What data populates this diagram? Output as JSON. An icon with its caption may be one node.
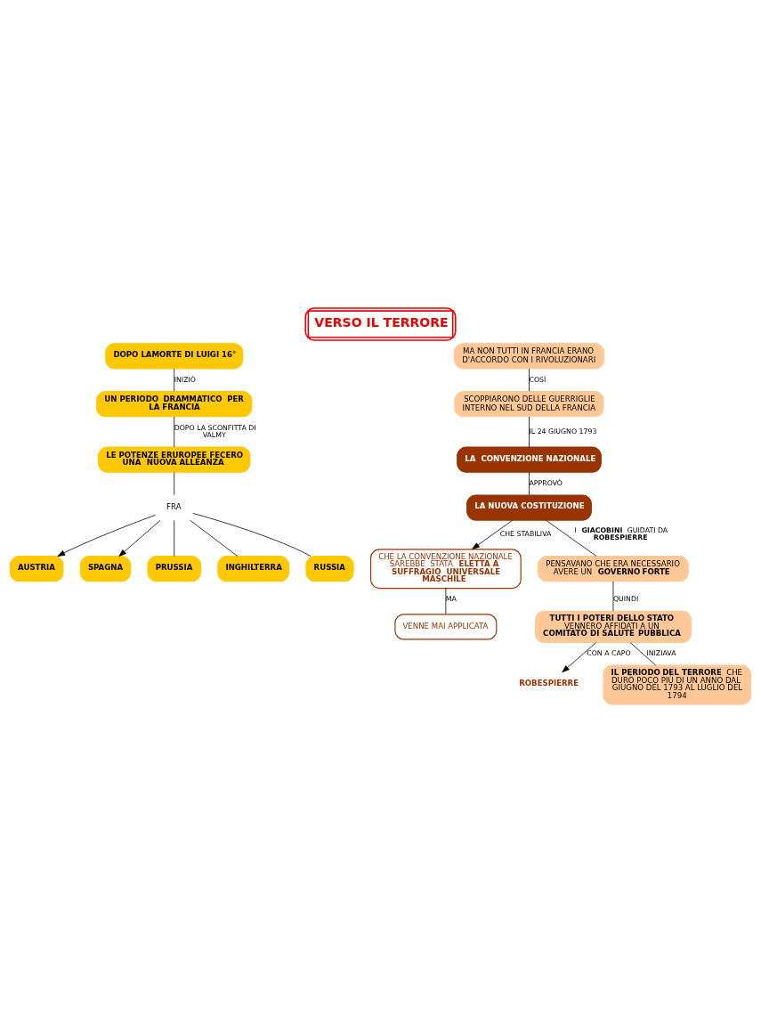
{
  "diagram": {
    "title": "VERSO IL TERRORE",
    "nodes": [
      {
        "text": [
          "DOPO LAMORTE DI LUIGI 16°"
        ]
      },
      {
        "text": [
          "UN PERIODO **DRAMMATICO** PER LA FRANCIA"
        ]
      },
      {
        "text": [
          "LE POTENZE ERUROPEE FECERO UNA **NUOVA ALLEANZA**"
        ]
      },
      {
        "text": [
          "FRA"
        ]
      },
      {
        "text": [
          "AUSTRIA"
        ]
      },
      {
        "text": [
          "SPAGNA"
        ]
      },
      {
        "text": [
          "PRUSSIA"
        ]
      },
      {
        "text": [
          "INGHILTERRA"
        ]
      },
      {
        "text": [
          "RUSSIA"
        ]
      },
      {
        "text": [
          "MA NON TUTTI IN FRANCIA ERANO D'ACCORDO CON I RIVOLUZIONARI"
        ]
      },
      {
        "text": [
          "SCOPPIARONO DELLE GUERRIGLIE INTERNO NEL SUD DELLA FRANCIA"
        ]
      },
      {
        "text": [
          "LA  CONVENZIONE NAZIONALE"
        ]
      },
      {
        "text": [
          "LA NUOVA COSTITUZIONE"
        ]
      },
      {
        "text": [
          "CHE LA CONVENZIONE NAZIONALE SAREBBE  STATA **ELETTA A  SUFFRAGIO  UNIVERSALE MASCHILE**"
        ]
      },
      {
        "text": [
          "VENNE MAI APPLICATA"
        ]
      },
      {
        "text": [
          "PENSAVANO CHE ERA NECESSARIO AVERE UN **GOVERNO FORTE**"
        ]
      },
      {
        "text": [
          "**TUTTI I POTERI DELLO STATO** VENNERO AFFIDATI A UN **COMITATO DI SALUTE PUBBLICA**"
        ]
      },
      {
        "text": [
          "ROBESPIERRE"
        ]
      },
      {
        "text": [
          "**IL PERIODO DEL TERRORE** CHE DURÒ POCO PIÙ DI UN ANNO DAL GIUGNO DEL 1793 AL LUGLIO DEL 1794"
        ]
      }
    ],
    "edges": [
      {
        "from": 0,
        "to": 1,
        "arrow": "none",
        "label": "INIZIÒ"
      },
      {
        "from": 1,
        "to": 2,
        "arrow": "none",
        "label": "DOPO LA SCONFITTA DI VALMY"
      },
      {
        "from": 2,
        "to": 3,
        "arrow": "none"
      },
      {
        "from": 3,
        "to": 4,
        "arrow": "to"
      },
      {
        "from": 3,
        "to": 5,
        "arrow": "to"
      },
      {
        "from": 3,
        "to": 6,
        "arrow": "none"
      },
      {
        "from": 3,
        "to": 7,
        "arrow": "none"
      },
      {
        "from": 3,
        "to": 8,
        "arrow": "none"
      },
      {
        "from": 9,
        "to": 10,
        "arrow": "none",
        "label": "COSÌ"
      },
      {
        "from": 10,
        "to": 11,
        "arrow": "none",
        "label": "IL 24 GIUGNO 1793"
      },
      {
        "from": 11,
        "to": 12,
        "arrow": "none",
        "label": "APPROVÒ"
      },
      {
        "from": 12,
        "to": 13,
        "arrow": "to",
        "label": "CHE STABILIVA"
      },
      {
        "from": 13,
        "to": 14,
        "arrow": "none",
        "label": "MA"
      },
      {
        "from": 12,
        "to": 15,
        "arrow": "none",
        "label": "I **GIACOBINI** GUIDATI DA **ROBESPIERRE**"
      },
      {
        "from": 15,
        "to": 16,
        "arrow": "none",
        "label": "QUINDI"
      },
      {
        "from": 16,
        "to": 17,
        "arrow": "to",
        "label": "CON A CAPO"
      },
      {
        "from": 16,
        "to": 18,
        "arrow": "none",
        "label": "INIZIAVA"
      }
    ]
  }
}
